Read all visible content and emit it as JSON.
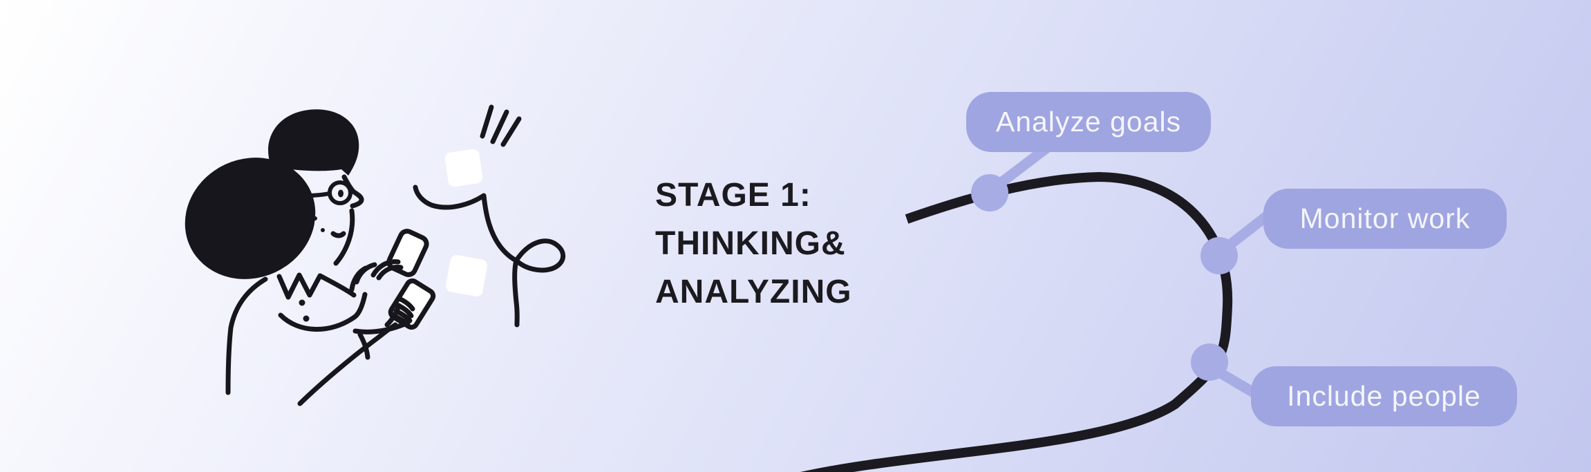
{
  "header": {
    "title_lines": [
      "STAGE 1:",
      "THINKING&",
      "ANALYZING"
    ]
  },
  "journey": {
    "steps": [
      {
        "label": "Analyze goals"
      },
      {
        "label": "Monitor work"
      },
      {
        "label": "Include people"
      }
    ]
  },
  "illustration": {
    "description": "line-art woman with bun hair and glasses holding a phone, sticky notes and swoosh doodle"
  },
  "colors": {
    "accent": "#9fa5e0",
    "dot": "#a7ace4",
    "curve": "#1b1a20",
    "ink": "#17161c",
    "title_text": "#1b1a1f",
    "pill_text": "#f5f5fc",
    "bg_top": "#ffffff",
    "bg_mid": "#e0e3f8",
    "bg_bottom": "#c2c7ef"
  }
}
